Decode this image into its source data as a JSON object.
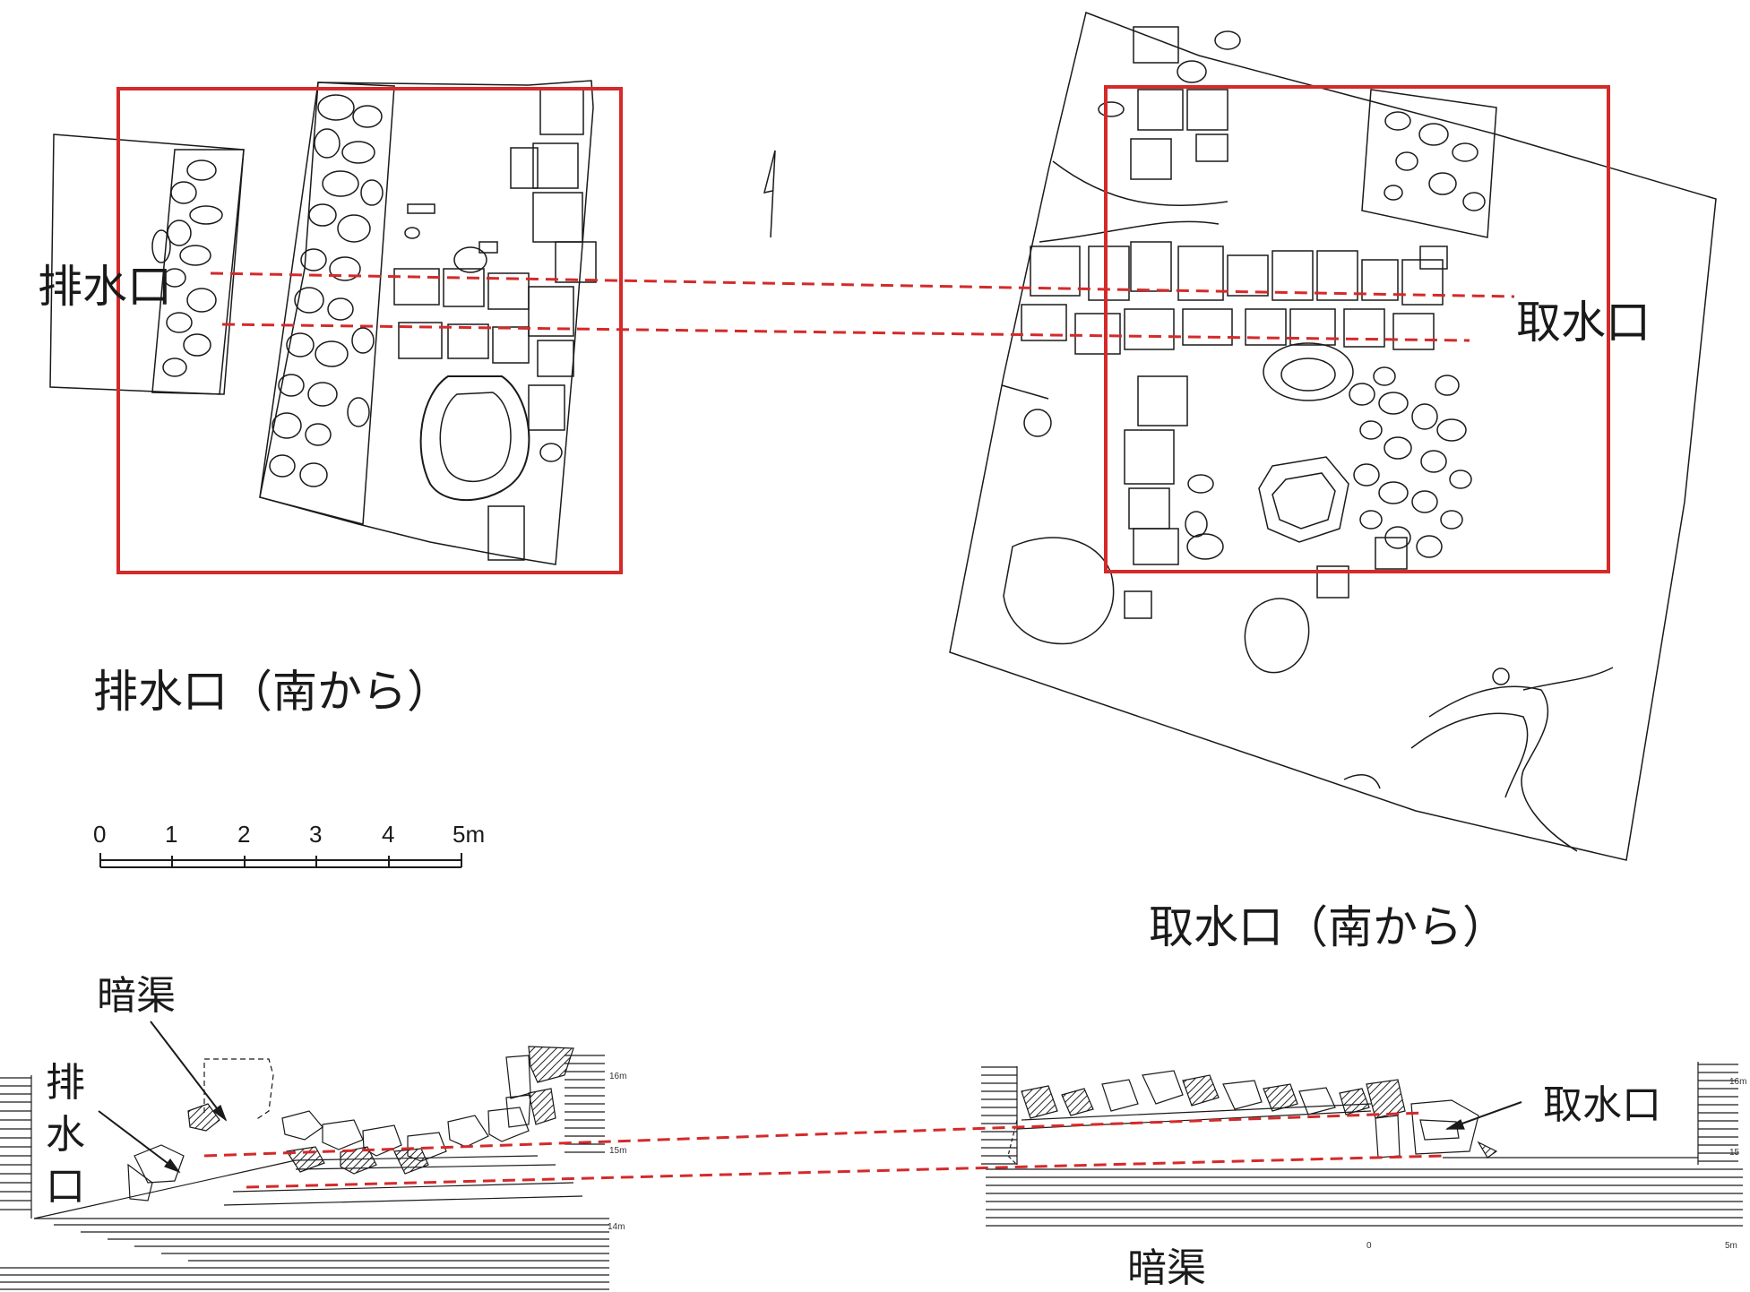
{
  "labels": {
    "haisuiguchi": "排水口",
    "shusuiguchi": "取水口",
    "haisuiguchi_caption": "排水口（南から）",
    "shusuiguchi_caption": "取水口（南から）",
    "ankyo_top": "暗渠",
    "ankyo_bottom": "暗渠",
    "haisuiguchi_vertical": "排水口",
    "shusuiguchi_section": "取水口"
  },
  "scale_bar": {
    "ticks": [
      "0",
      "1",
      "2",
      "3",
      "4",
      "5m"
    ]
  },
  "section_marks": {
    "left_16": "16m",
    "left_15": "15m",
    "left_14": "14m",
    "right_16": "16m",
    "right_15": "15",
    "right_0": "0",
    "right_5m": "5m"
  },
  "colors": {
    "highlight": "#d42a2a",
    "line": "#1a1a1a"
  }
}
